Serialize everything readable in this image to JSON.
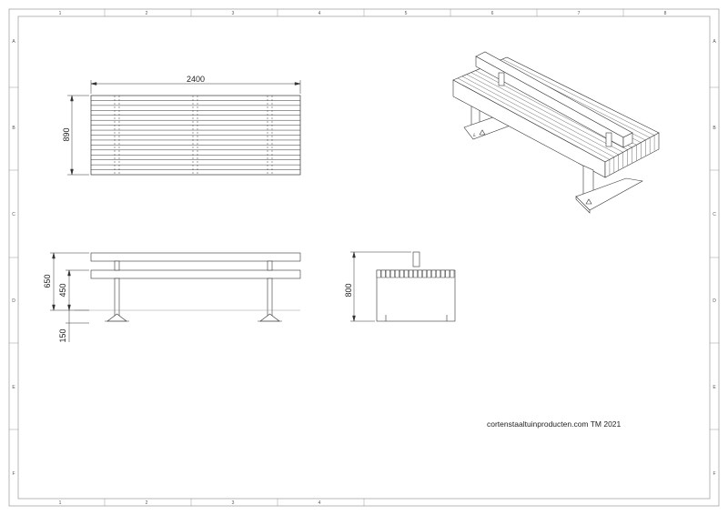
{
  "sheet": {
    "column_labels": [
      "1",
      "2",
      "3",
      "4",
      "5",
      "6",
      "7",
      "8"
    ],
    "bottom_column_labels": [
      "1",
      "2",
      "3",
      "4"
    ],
    "row_labels": [
      "A",
      "B",
      "C",
      "D",
      "E",
      "F"
    ]
  },
  "dimensions": {
    "length": "2400",
    "depth": "890",
    "seat_height": "650",
    "lower_seat_height": "450",
    "foot_height": "150",
    "total_height": "800"
  },
  "caption": "cortenstaaltuinproducten.com TM 2021"
}
